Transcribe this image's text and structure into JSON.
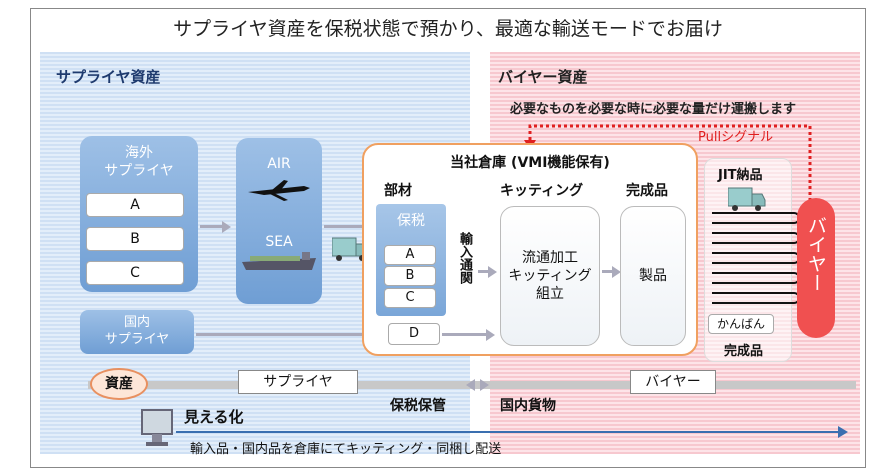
{
  "title": "サプライヤ資産を保税状態で預かり、最適な輸送モードでお届け",
  "left_region_label": "サプライヤ資産",
  "right_region_label": "バイヤー資産",
  "pull_note": "必要なものを必要な時に必要な量だけ運搬します",
  "pull_signal": "Pullシグナル",
  "overseas_supplier": {
    "label": "海外\nサプライヤ",
    "items": [
      "A",
      "B",
      "C"
    ]
  },
  "transport": {
    "air": "AIR",
    "sea": "SEA"
  },
  "domestic_supplier": {
    "label": "国内\nサプライヤ",
    "item": "D"
  },
  "warehouse": {
    "title": "当社倉庫 (VMI機能保有)",
    "col_parts": "部材",
    "col_kitting": "キッティング",
    "col_finished": "完成品",
    "bonded": "保税",
    "bonded_items": [
      "A",
      "B",
      "C"
    ],
    "customs": "輸入通関",
    "process": "流通加工\nキッティング\n組立",
    "product": "製品"
  },
  "jit": {
    "label": "JIT納品",
    "kanban": "かんばん",
    "finished": "完成品"
  },
  "buyer": "バイヤー",
  "bottom": {
    "asset": "資産",
    "supplier": "サプライヤ",
    "buyer": "バイヤー",
    "bonded_storage": "保税保管",
    "domestic_cargo": "国内貨物"
  },
  "visibility": {
    "title": "見える化",
    "desc": "輸入品・国内品を倉庫にてキッティング・同梱し配送"
  },
  "colors": {
    "blue_accent": "#6f9ed4",
    "orange_border": "#f0a060",
    "red_buyer": "#f05050",
    "pull_red": "#e02020",
    "timeline_blue": "#3a6fb0"
  },
  "icons": [
    "airplane-icon",
    "ship-icon",
    "truck-icon",
    "monitor-icon"
  ]
}
